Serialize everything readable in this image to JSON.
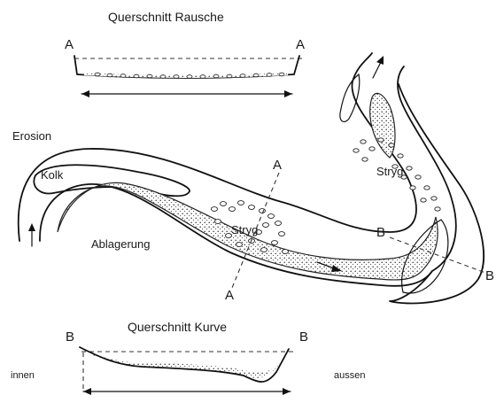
{
  "cross_section_riffle": {
    "title": "Querschnitt Rausche",
    "label_left": "A",
    "label_right": "A"
  },
  "river": {
    "erosion_label": "Erosion",
    "pool_label": "Kolk",
    "deposition_label": "Ablagerung",
    "riffle_label_main": "Stryg",
    "riffle_label_upper": "Stryg",
    "section_a_top": "A",
    "section_a_bottom": "A",
    "section_b_left": "B",
    "section_b_right": "B"
  },
  "cross_section_bend": {
    "title": "Querschnitt Kurve",
    "label_left": "B",
    "label_right": "B",
    "inner_label": "innen",
    "outer_label": "aussen"
  }
}
